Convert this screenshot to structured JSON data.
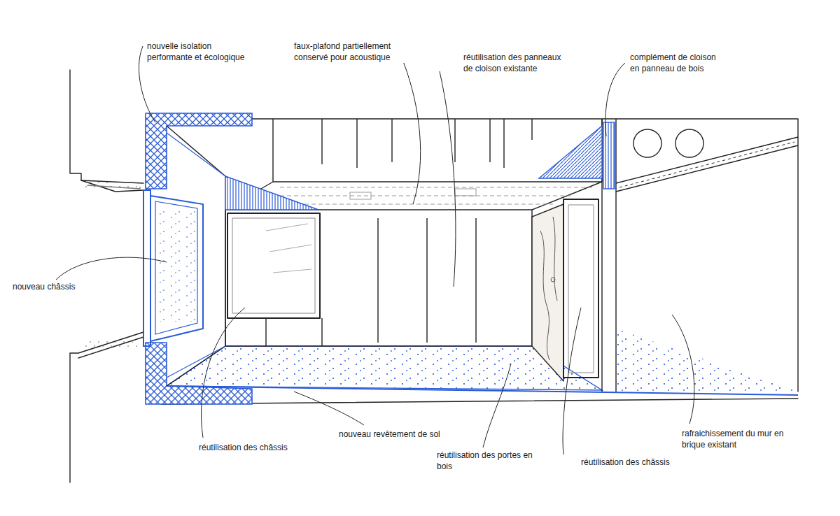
{
  "diagram": {
    "labels": [
      "nouvelle isolation performante et écologique",
      "faux-plafond partiellement conservé pour acoustique",
      "réutilisation des panneaux de cloison existante",
      "complément de cloison en panneau de bois",
      "nouveau châssis",
      "réutilisation des châssis",
      "nouveau revêtement de sol",
      "réutilisation des portes en bois",
      "réutilisation des châssis",
      "rafraichissement du mur en brique existant"
    ]
  }
}
